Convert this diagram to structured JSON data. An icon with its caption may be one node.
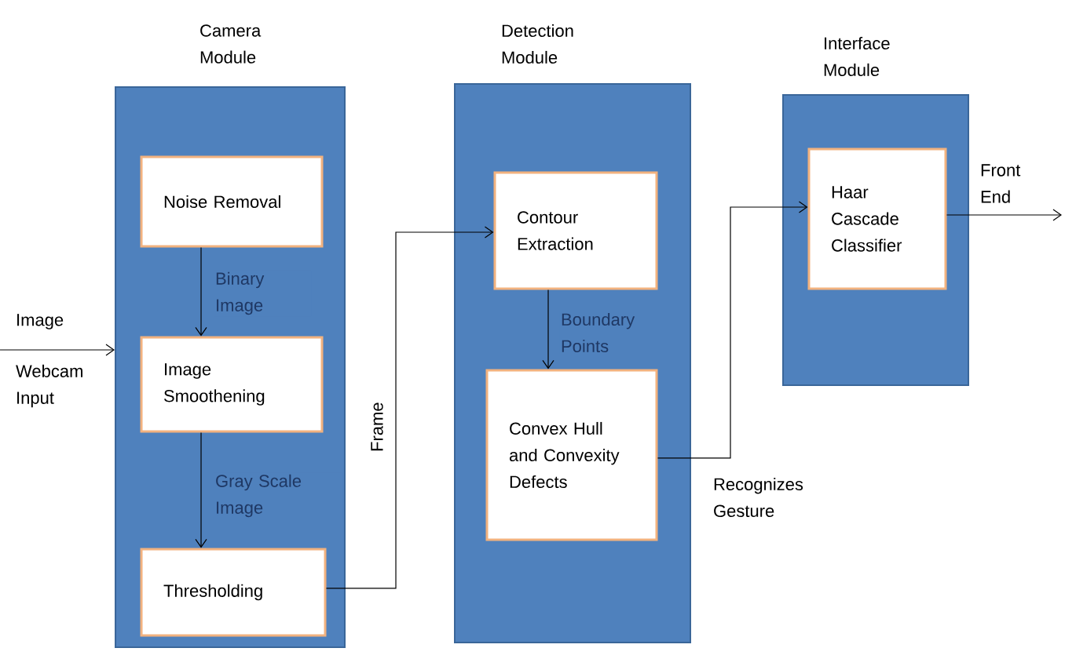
{
  "diagram": {
    "nodes": [
      {
        "text": [
          "Camera Module"
        ]
      },
      {
        "text": [
          "Noise Removal"
        ],
        "in": 0
      },
      {
        "text": [
          "Image Smoothening"
        ],
        "in": 0
      },
      {
        "text": [
          "Thresholding"
        ],
        "in": 0
      },
      {
        "text": [
          "Detection Module"
        ]
      },
      {
        "text": [
          "Contour Extraction"
        ],
        "in": 4
      },
      {
        "text": [
          "Convex Hull and Convexity Defects"
        ],
        "in": 4
      },
      {
        "text": [
          "Interface Module"
        ]
      },
      {
        "text": [
          "Haar Cascade Classifier"
        ],
        "in": 7
      }
    ],
    "edges": [
      {
        "from": null,
        "to": 0,
        "arrow": "to",
        "label": "Image"
      },
      {
        "from": 1,
        "to": 2,
        "arrow": "to",
        "label": "Binary Image"
      },
      {
        "from": 2,
        "to": 3,
        "arrow": "to",
        "label": "Gray Scale Image"
      },
      {
        "from": 3,
        "to": 5,
        "arrow": "to",
        "label": "Frame"
      },
      {
        "from": 5,
        "to": 6,
        "arrow": "to",
        "label": "Boundary Points"
      },
      {
        "from": 6,
        "to": 8,
        "arrow": "to",
        "label": "Recognizes Gesture"
      },
      {
        "from": 8,
        "to": null,
        "arrow": "to",
        "label": "Front End"
      }
    ],
    "labels": [
      "Webcam Input"
    ]
  }
}
